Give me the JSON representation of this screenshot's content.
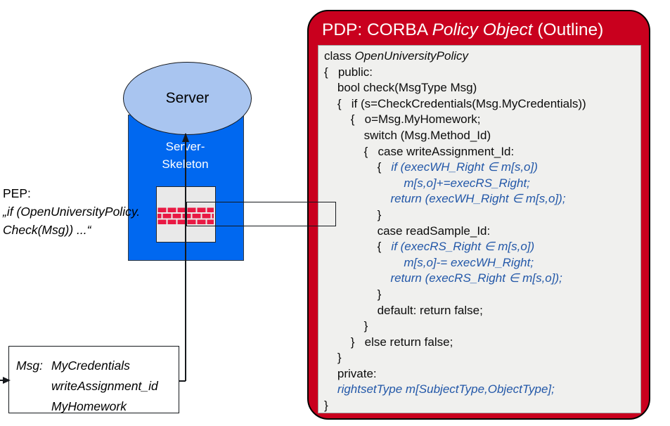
{
  "colors": {
    "pdp_red": "#c9001e",
    "skeleton_blue": "#0068f0",
    "server_fill": "#a9c5f0",
    "code_bg": "#f0f0ee",
    "code_blue": "#2257a8",
    "box_gray": "#e9e9e9",
    "brick_red": "#e91944"
  },
  "pep": {
    "line1": "PEP:",
    "line2": "„if (OpenUniversityPolicy.",
    "line3": "Check(Msg)) ...“"
  },
  "server": {
    "label": "Server"
  },
  "skeleton": {
    "line1": "Server-",
    "line2": "Skeleton"
  },
  "msg_box": {
    "label": "Msg:",
    "values": [
      "MyCredentials",
      "writeAssignment_id",
      "MyHomework"
    ]
  },
  "pdp": {
    "title": {
      "part1": "PDP: CORBA ",
      "part2": "Policy Object",
      "part3": " (Outline)"
    },
    "code_lines": [
      [
        [
          "class ",
          "n"
        ],
        [
          "OpenUniversityPolicy",
          "i"
        ]
      ],
      [
        [
          "{   public:",
          "n"
        ]
      ],
      [
        [
          "    bool check(MsgType Msg)",
          "n"
        ]
      ],
      [
        [
          "    {   if (s=CheckCredentials(Msg.MyCredentials))",
          "n"
        ]
      ],
      [
        [
          "        {   o=Msg.MyHomework;",
          "n"
        ]
      ],
      [
        [
          "            switch (Msg.Method_Id)",
          "n"
        ]
      ],
      [
        [
          "            {   case writeAssignment_Id:",
          "n"
        ]
      ],
      [
        [
          "                {   ",
          "n"
        ],
        [
          "if (execWH_Right ∈ m[s,o])",
          "bi"
        ]
      ],
      [
        [
          "                        ",
          "n"
        ],
        [
          "m[s,o]+=execRS_Right;",
          "bi"
        ]
      ],
      [
        [
          "                    ",
          "n"
        ],
        [
          "return (execWH_Right ∈ m[s,o]);",
          "bi"
        ]
      ],
      [
        [
          "                }",
          "n"
        ]
      ],
      [
        [
          "                case readSample_Id:",
          "n"
        ]
      ],
      [
        [
          "                {   ",
          "n"
        ],
        [
          "if (execRS_Right ∈ m[s,o])",
          "bi"
        ]
      ],
      [
        [
          "                        ",
          "n"
        ],
        [
          "m[s,o]-= execWH_Right;",
          "bi"
        ]
      ],
      [
        [
          "                    ",
          "n"
        ],
        [
          "return (execRS_Right ∈ m[s,o]);",
          "bi"
        ]
      ],
      [
        [
          "                }",
          "n"
        ]
      ],
      [
        [
          "                default: return false;",
          "n"
        ]
      ],
      [
        [
          "            }",
          "n"
        ]
      ],
      [
        [
          "        }   else return false;",
          "n"
        ]
      ],
      [
        [
          "    }",
          "n"
        ]
      ],
      [
        [
          "    private:",
          "n"
        ]
      ],
      [
        [
          "    ",
          "n"
        ],
        [
          "rightsetType m[SubjectType,ObjectType];",
          "bi"
        ]
      ],
      [
        [
          "}",
          "n"
        ]
      ]
    ]
  }
}
